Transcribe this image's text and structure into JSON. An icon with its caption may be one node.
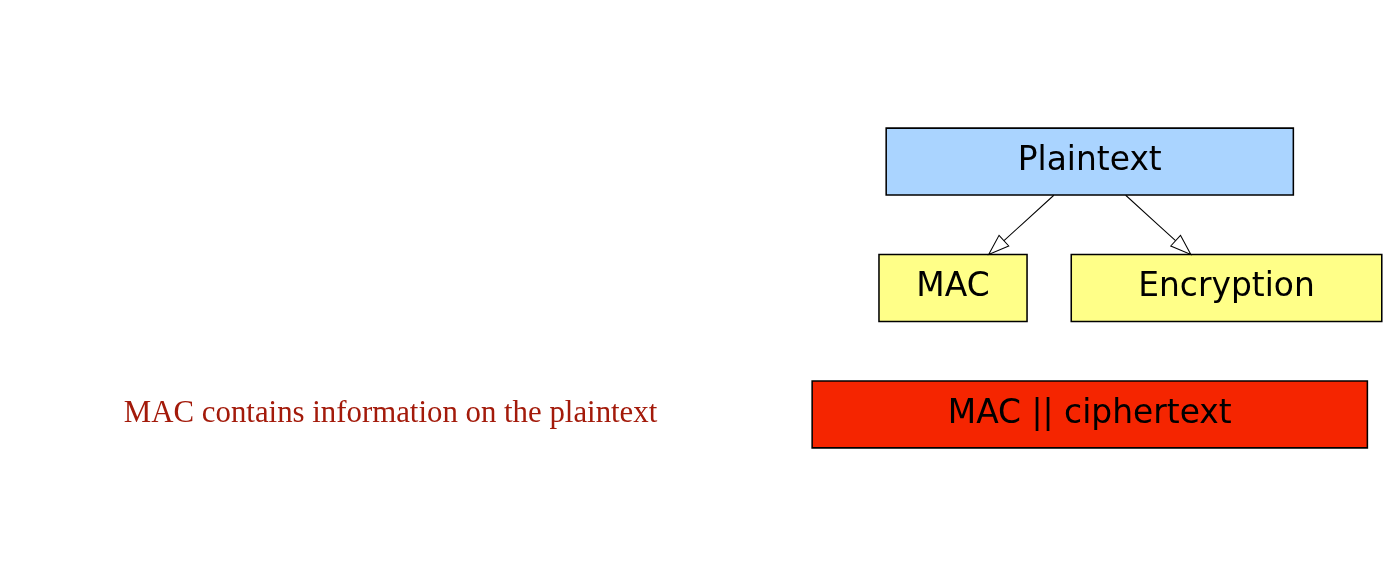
{
  "diagram": {
    "nodes": [
      {
        "text": [
          "Plaintext"
        ]
      },
      {
        "text": [
          "MAC"
        ]
      },
      {
        "text": [
          "Encryption"
        ]
      },
      {
        "text": [
          "MAC || ciphertext"
        ]
      }
    ],
    "edges": [
      {
        "from": 0,
        "to": 1,
        "arrow": "to"
      },
      {
        "from": 0,
        "to": 2,
        "arrow": "to"
      }
    ],
    "labels": [
      "MAC contains information on the plaintext"
    ]
  }
}
